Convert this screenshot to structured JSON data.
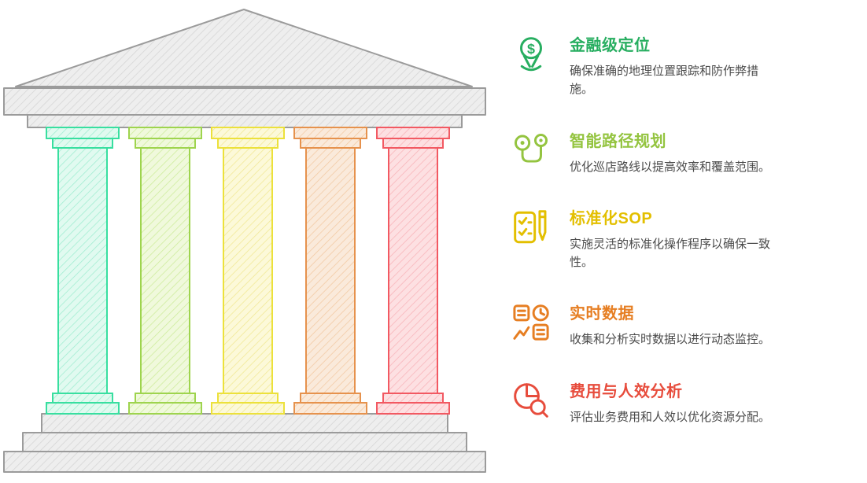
{
  "features": [
    {
      "icon": "dollar-pin-icon",
      "title": "金融级定位",
      "description": "确保准确的地理位置跟踪和防作弊措施。",
      "color": "#27ae60"
    },
    {
      "icon": "route-pins-icon",
      "title": "智能路径规划",
      "description": "优化巡店路线以提高效率和覆盖范围。",
      "color": "#94c440"
    },
    {
      "icon": "checklist-pen-icon",
      "title": "标准化SOP",
      "description": "实施灵活的标准化操作程序以确保一致性。",
      "color": "#e3bf00"
    },
    {
      "icon": "realtime-data-icon",
      "title": "实时数据",
      "description": "收集和分析实时数据以进行动态监控。",
      "color": "#e67e22"
    },
    {
      "icon": "pie-magnifier-icon",
      "title": "费用与人效分析",
      "description": "评估业务费用和人效以优化资源分配。",
      "color": "#e74c3c"
    }
  ],
  "temple": {
    "pillar_colors": [
      "#38dfa0",
      "#9ed44e",
      "#ece13b",
      "#e6924d",
      "#f25962"
    ],
    "stone_fill": "#eeeeee",
    "stone_outline": "#9b9b9b"
  }
}
